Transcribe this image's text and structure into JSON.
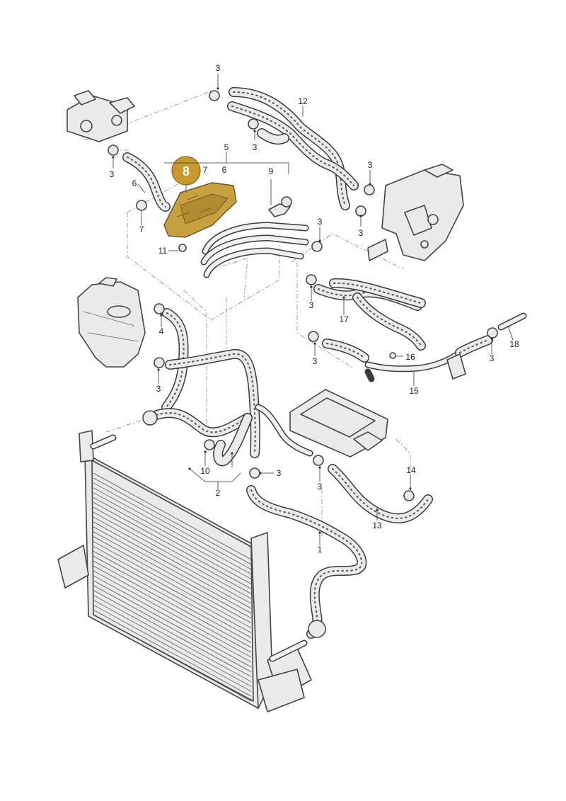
{
  "diagram": {
    "highlighted_part": {
      "number": "8",
      "color": "#c8a040",
      "badge_color": "#c89a2e"
    },
    "part_numbers": {
      "p1": "1",
      "p2": "2",
      "p3": "3",
      "p4": "4",
      "p5": "5",
      "p6": "6",
      "p7": "7",
      "p9": "9",
      "p10": "10",
      "p11": "11",
      "p12": "12",
      "p13": "13",
      "p14": "14",
      "p15": "15",
      "p16": "16",
      "p17": "17",
      "p18": "18"
    },
    "line_color": "#3a3a3a",
    "fill_color": "#e8eaec"
  }
}
